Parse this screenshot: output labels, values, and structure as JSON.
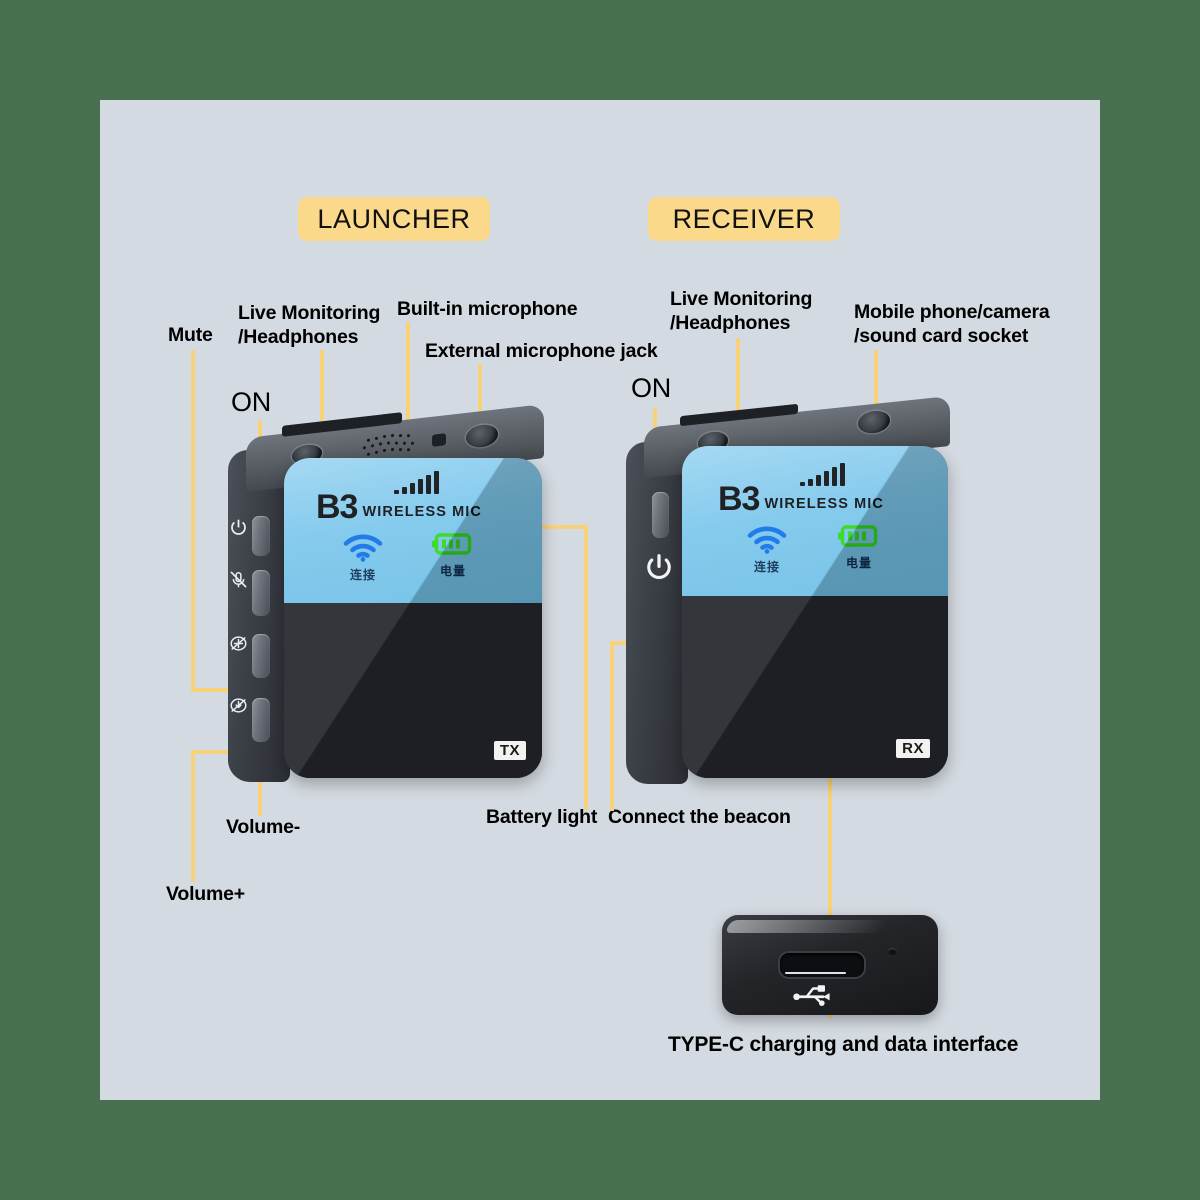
{
  "meta": {
    "frame_color": "#477050",
    "canvas_color": "#d4dae1",
    "leader_color": "#f8d278",
    "badge_color": "#fad98a",
    "blue_panel_color": "#7cc7ec",
    "battery_green": "#2fd919",
    "wifi_blue": "#1272e8"
  },
  "headers": {
    "launcher": "LAUNCHER",
    "receiver": "RECEIVER"
  },
  "launcher": {
    "brand": "B3",
    "brand_sub": "WIRELESS MIC",
    "tag": "TX",
    "indicator_connect_cn": "连接",
    "indicator_battery_cn": "电量",
    "signal_bars": 6,
    "callouts": {
      "mute": "Mute",
      "live_monitoring": "Live Monitoring\n/Headphones",
      "builtin_mic": "Built-in microphone",
      "external_mic": "External microphone jack",
      "on": "ON",
      "volume_down": "Volume-",
      "volume_up": "Volume+",
      "battery_light": "Battery light"
    },
    "side_buttons": [
      {
        "name": "power-button",
        "icon": "power-icon"
      },
      {
        "name": "mute-button",
        "icon": "mute-mic-icon"
      },
      {
        "name": "volume-up-button",
        "icon": "volume-up-icon"
      },
      {
        "name": "volume-down-button",
        "icon": "volume-down-icon"
      }
    ]
  },
  "receiver": {
    "brand": "B3",
    "brand_sub": "WIRELESS MIC",
    "tag": "RX",
    "indicator_connect_cn": "连接",
    "indicator_battery_cn": "电量",
    "signal_bars": 6,
    "callouts": {
      "live_monitoring": "Live Monitoring\n/Headphones",
      "mobile_socket": "Mobile phone/camera\n/sound card socket",
      "on": "ON",
      "connect_beacon": "Connect the beacon"
    }
  },
  "usbc": {
    "caption": "TYPE-C charging and data interface",
    "icon": "usb-icon"
  }
}
